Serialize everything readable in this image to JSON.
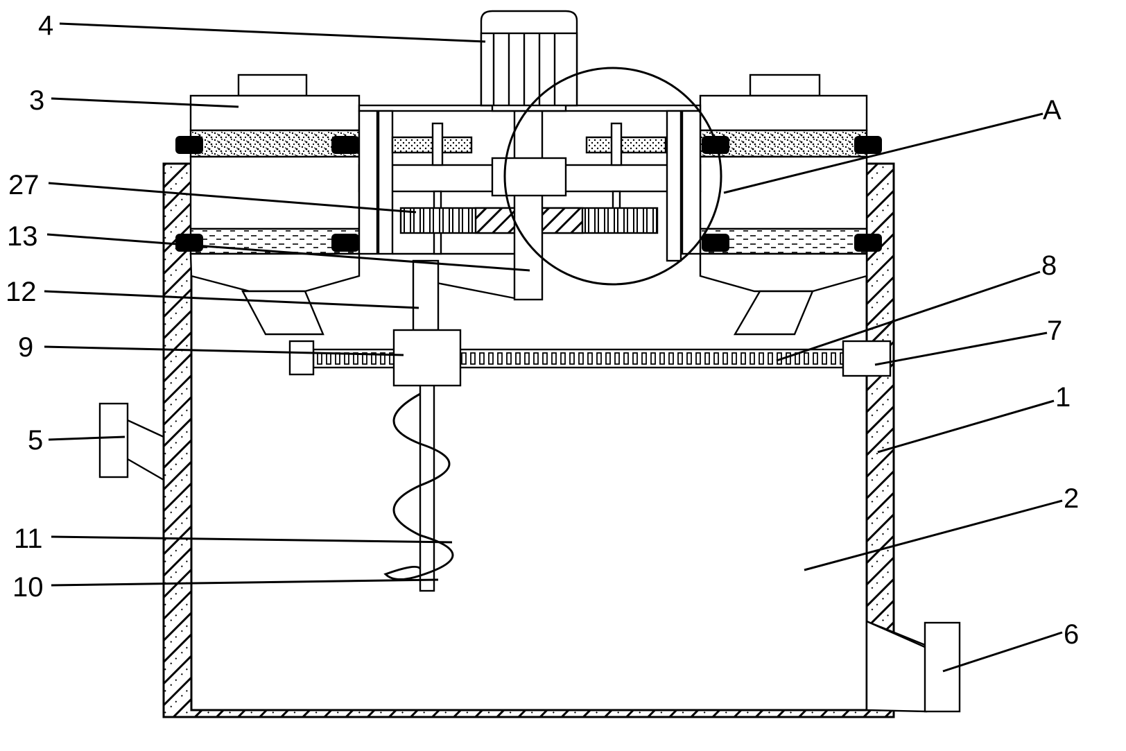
{
  "labels": {
    "l4": "4",
    "l3": "3",
    "l27": "27",
    "l13": "13",
    "l12": "12",
    "l9": "9",
    "l5": "5",
    "l11": "11",
    "l10": "10",
    "lA": "A",
    "l8": "8",
    "l7": "7",
    "l1": "1",
    "l2": "2",
    "l6": "6"
  }
}
